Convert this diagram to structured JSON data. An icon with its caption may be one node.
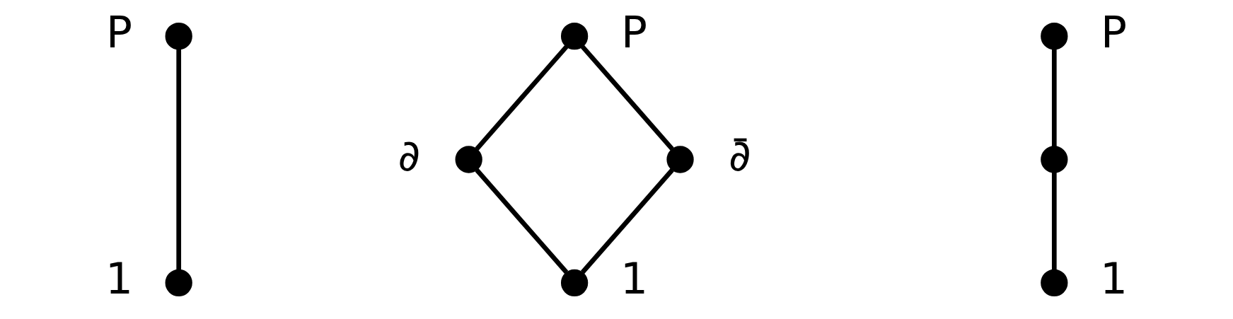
{
  "diagram": {
    "nodes": [
      {
        "text": [],
        "shape": "circle",
        "beside": [
          "P"
        ]
      },
      {
        "text": [],
        "shape": "circle",
        "beside": [
          "1"
        ]
      },
      {
        "text": [],
        "shape": "circle",
        "beside": [
          "P"
        ]
      },
      {
        "text": [],
        "shape": "circle",
        "beside": [
          "∂"
        ]
      },
      {
        "text": [],
        "shape": "circle",
        "beside": [
          "∂̄"
        ]
      },
      {
        "text": [],
        "shape": "circle",
        "beside": [
          "1"
        ]
      },
      {
        "text": [],
        "shape": "circle",
        "beside": [
          "P"
        ]
      },
      {
        "text": [],
        "shape": "circle"
      },
      {
        "text": [],
        "shape": "circle",
        "beside": [
          "1"
        ]
      }
    ],
    "edges": [
      {
        "from": 0,
        "to": 1,
        "arrow": "none"
      },
      {
        "from": 2,
        "to": 3,
        "arrow": "none"
      },
      {
        "from": 2,
        "to": 4,
        "arrow": "none"
      },
      {
        "from": 3,
        "to": 5,
        "arrow": "none"
      },
      {
        "from": 4,
        "to": 5,
        "arrow": "none"
      },
      {
        "from": 6,
        "to": 7,
        "arrow": "none"
      },
      {
        "from": 7,
        "to": 8,
        "arrow": "none"
      }
    ]
  }
}
